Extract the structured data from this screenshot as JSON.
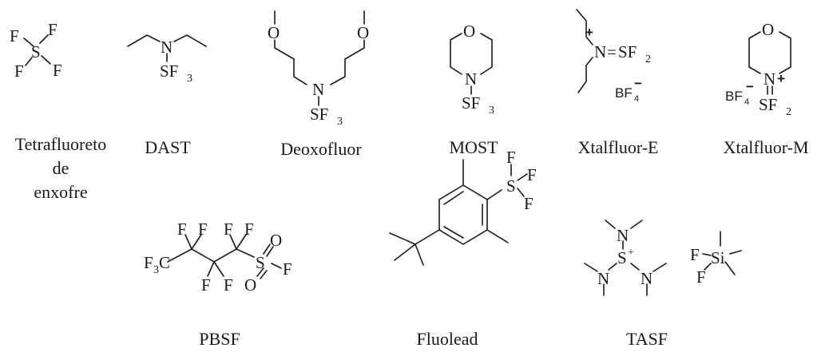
{
  "compounds": [
    {
      "name": "Tetrafluoreto de enxofre",
      "caption_lines": [
        "Tetrafluoreto",
        "de",
        "enxofre"
      ]
    },
    {
      "name": "DAST"
    },
    {
      "name": "Deoxofluor"
    },
    {
      "name": "MOST"
    },
    {
      "name": "Xtalfluor-E"
    },
    {
      "name": "Xtalfluor-M"
    },
    {
      "name": "PBSF"
    },
    {
      "name": "Fluolead"
    },
    {
      "name": "TASF"
    }
  ],
  "atom_labels": {
    "F": "F",
    "S": "S",
    "N": "N",
    "O": "O",
    "C": "C",
    "Si": "Si",
    "SF": "SF",
    "BF": "BF",
    "F3C": "F",
    "sub2": "2",
    "sub3": "3",
    "sub4": "4",
    "plus": "+",
    "minus": "−",
    "Nplus": "N",
    "Splus": "+",
    "Cpart": "C"
  }
}
